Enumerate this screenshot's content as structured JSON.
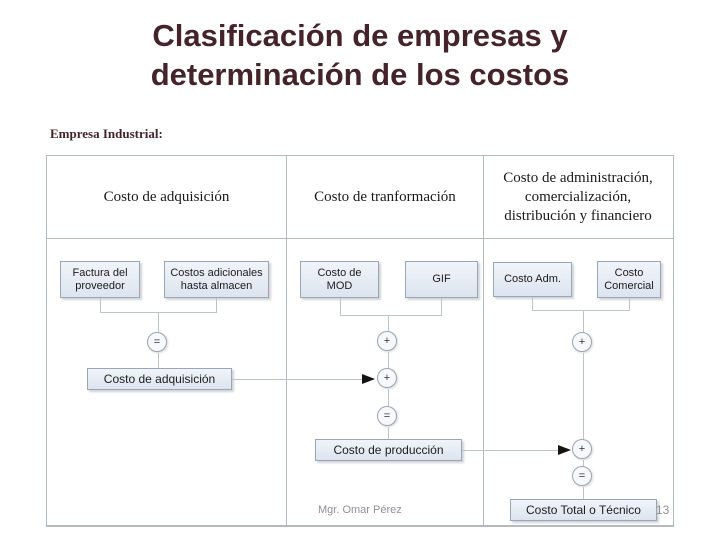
{
  "slide": {
    "title_line1": "Clasificación de empresas y",
    "title_line2": "determinación de los costos",
    "subtitle": "Empresa Industrial:",
    "footer": "Mgr. Omar Pérez",
    "page_number": "13"
  },
  "table": {
    "headers": {
      "col1": "Costo de adquisición",
      "col2": "Costo de tranformación",
      "col3": "Costo de administración, comercialización, distribución y financiero"
    }
  },
  "diagram": {
    "boxes": {
      "factura": "Factura del proveedor",
      "adicionales": "Costos adicionales hasta almacen",
      "mod": "Costo de MOD",
      "gif": "GIF",
      "adm": "Costo Adm.",
      "comercial": "Costo Comercial",
      "adquisicion": "Costo de adquisición",
      "produccion": "Costo de producción",
      "total": "Costo Total o Técnico"
    },
    "operators": {
      "eq1": "=",
      "plus1": "+",
      "plus2": "+",
      "eq2": "=",
      "plus3": "+",
      "plus4": "+",
      "eq3": "="
    }
  },
  "colors": {
    "title_text": "#45232a",
    "box_fill": "#e6ebf4",
    "box_border": "#9ba6b4",
    "connector": "#bfc4ca",
    "table_border": "#b4b9bf",
    "footer_text": "#8e9094",
    "arrow": "#141414"
  }
}
